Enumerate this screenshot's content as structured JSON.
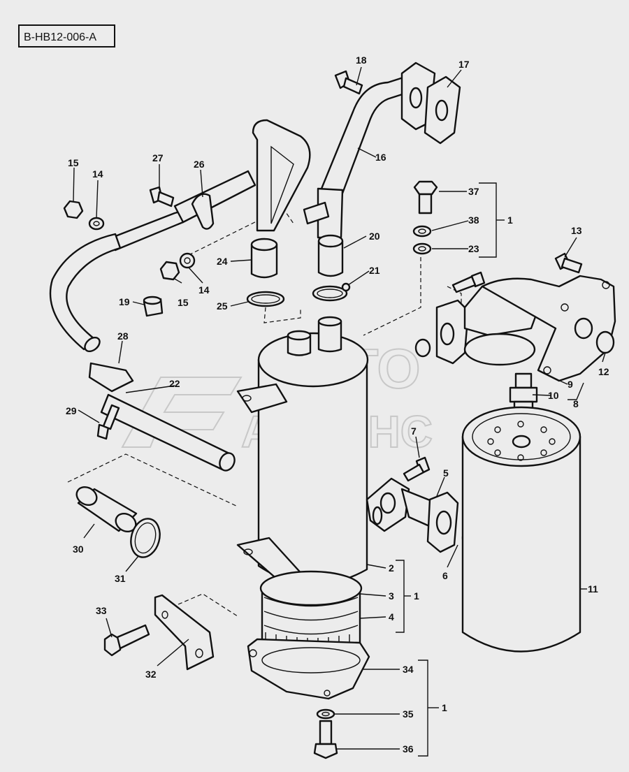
{
  "diagram_code": "B-HB12-006-A",
  "watermark": {
    "line1": "АВТО",
    "line2": "АЛЬЯНС"
  },
  "callouts": {
    "c1": "1",
    "c2": "2",
    "c3": "3",
    "c4": "4",
    "c5": "5",
    "c6": "6",
    "c7": "7",
    "c8": "8",
    "c9": "9",
    "c10": "10",
    "c11": "11",
    "c12": "12",
    "c13": "13",
    "c14": "14",
    "c14b": "14",
    "c15": "15",
    "c15b": "15",
    "c16": "16",
    "c17": "17",
    "c18": "18",
    "c19": "19",
    "c20": "20",
    "c21": "21",
    "c22": "22",
    "c23": "23",
    "c24": "24",
    "c25": "25",
    "c26": "26",
    "c27": "27",
    "c28": "28",
    "c29": "29",
    "c30": "30",
    "c31": "31",
    "c32": "32",
    "c33": "33",
    "c34": "34",
    "c35": "35",
    "c36": "36",
    "c37": "37",
    "c38": "38",
    "g1a": "1",
    "g1b": "1",
    "g1c": "1"
  }
}
